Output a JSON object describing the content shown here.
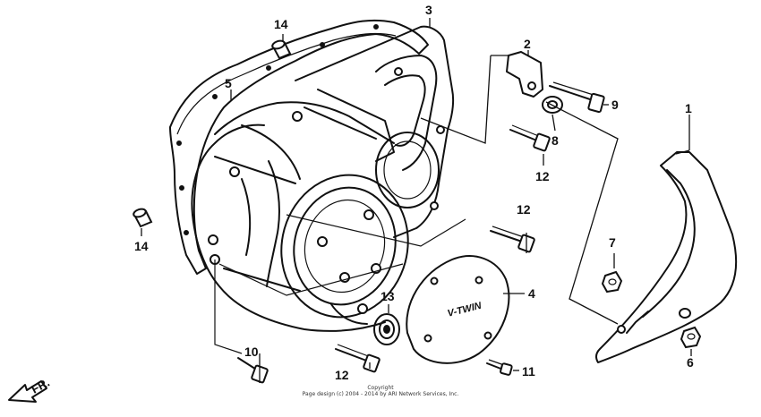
{
  "parts": [
    {
      "num": "1"
    },
    {
      "num": "2"
    },
    {
      "num": "3"
    },
    {
      "num": "4"
    },
    {
      "num": "5"
    },
    {
      "num": "6"
    },
    {
      "num": "7"
    },
    {
      "num": "8"
    },
    {
      "num": "9"
    },
    {
      "num": "10"
    },
    {
      "num": "11"
    },
    {
      "num": "12"
    },
    {
      "num": "12"
    },
    {
      "num": "12"
    },
    {
      "num": "13"
    },
    {
      "num": "14"
    },
    {
      "num": "14"
    }
  ],
  "cover_logo": "V-TWIN",
  "direction_label": "FR.",
  "copyright": {
    "line1": "Copyright",
    "line2": "Page design (c) 2004 - 2014 by ARI Network Services, Inc."
  }
}
